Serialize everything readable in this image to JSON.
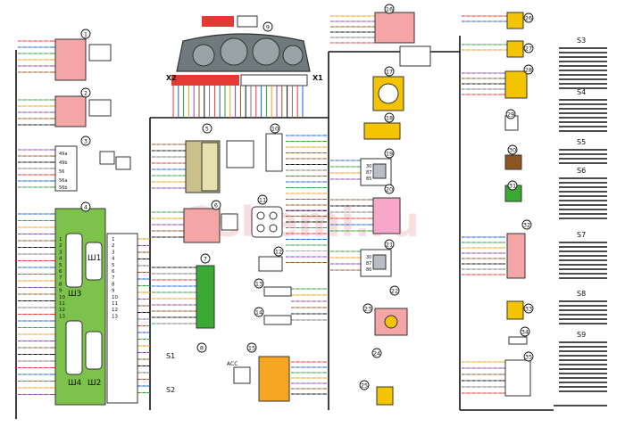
{
  "watermark": "2shemi.ru",
  "component_numbers": [
    "1",
    "2",
    "3",
    "4",
    "5",
    "6",
    "7",
    "8",
    "9",
    "10",
    "11",
    "12",
    "13",
    "14",
    "15",
    "16",
    "17",
    "18",
    "19",
    "20",
    "21",
    "22",
    "23",
    "24",
    "25",
    "26",
    "27",
    "28",
    "29",
    "30",
    "31",
    "32",
    "33",
    "34",
    "35"
  ],
  "connector_labels": {
    "x1": "X1",
    "x2": "X2",
    "sh1": "Ш1",
    "sh2": "Ш2",
    "sh3": "Ш3",
    "sh4": "Ш4",
    "s1": "S1",
    "s2": "S2",
    "s3": "S3",
    "s4": "S4",
    "s5": "S5",
    "s6": "S6",
    "s7": "S7",
    "s8": "S8",
    "s9": "S9",
    "acc": "ACC"
  },
  "pin_numbers": [
    "1",
    "2",
    "3",
    "4",
    "5",
    "6",
    "7",
    "8",
    "9",
    "10",
    "11",
    "12",
    "13"
  ],
  "switch_pins": [
    "56a",
    "56b",
    "56",
    "49a",
    "49b"
  ],
  "relay_pins": [
    "30",
    "87",
    "85",
    "86"
  ],
  "colors": {
    "fuse_block": "#7cc24b",
    "relay_red": "#f4a6a6",
    "component_yellow": "#f5c400",
    "component_orange": "#f5a623",
    "component_pink": "#f7a8c8",
    "component_green": "#3aaa35",
    "relay_grey": "#b9bcc4",
    "wire_red": "#e53935",
    "wire_blue": "#1e63c8",
    "wire_green": "#2e9e3e",
    "wire_orange": "#f39c12",
    "wire_purple": "#8e44ad",
    "wire_brown": "#8d5524"
  }
}
